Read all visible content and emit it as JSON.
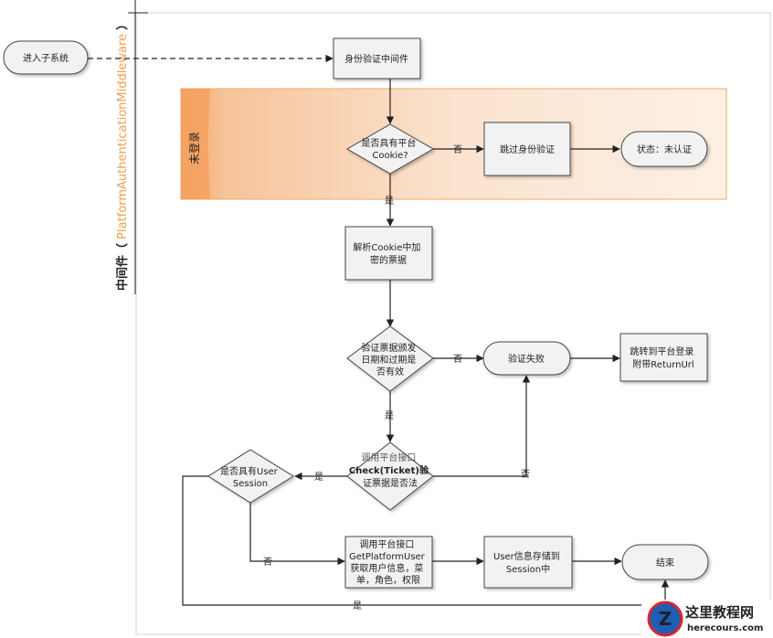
{
  "lane": {
    "title": "中间件（",
    "subtitle": "PlatformAuthenticationMiddleware",
    "close_paren": "）"
  },
  "band": {
    "label": "未登录"
  },
  "nodes": {
    "enter": "进入子系统",
    "auth_mw": "身份验证中间件",
    "has_cookie": [
      "是否具有平台",
      "Cookie?"
    ],
    "skip_auth": "跳过身份验证",
    "state_unauth": "状态：未认证",
    "parse_cookie": [
      "解析Cookie中加",
      "密的票据"
    ],
    "validate_ticket": [
      "验证票据颁发",
      "日期和过期是",
      "否有效"
    ],
    "auth_fail": "验证失败",
    "redirect_login": [
      "跳转到平台登录",
      "附带ReturnUrl"
    ],
    "check_ticket": [
      "调用平台接口",
      "Check(Ticket)验",
      "证票据是否法"
    ],
    "has_session": [
      "是否具有User",
      "Session"
    ],
    "get_user": [
      "调用平台接口",
      "GetPlatformUser",
      "获取用户信息，菜",
      "单，角色，权限"
    ],
    "store_session": [
      "User信息存储到",
      "Session中"
    ],
    "end": "结束"
  },
  "edges": {
    "no_1": "否",
    "yes_1": "是",
    "no_2": "否",
    "yes_2": "是",
    "yes_3": "是",
    "no_3": "否",
    "no_4": "否",
    "yes_4": "是"
  },
  "watermark": {
    "title": "这里教程网",
    "url": "herecours.com"
  },
  "colors": {
    "band_fill": "#f7c9a1",
    "band_edge": "#f0a868",
    "node_fill": "#f2f2f2",
    "node_stroke": "#444444",
    "accent_orange": "#f0a050",
    "watermark_blue": "#1e5fb4",
    "watermark_red": "#d8262e"
  }
}
